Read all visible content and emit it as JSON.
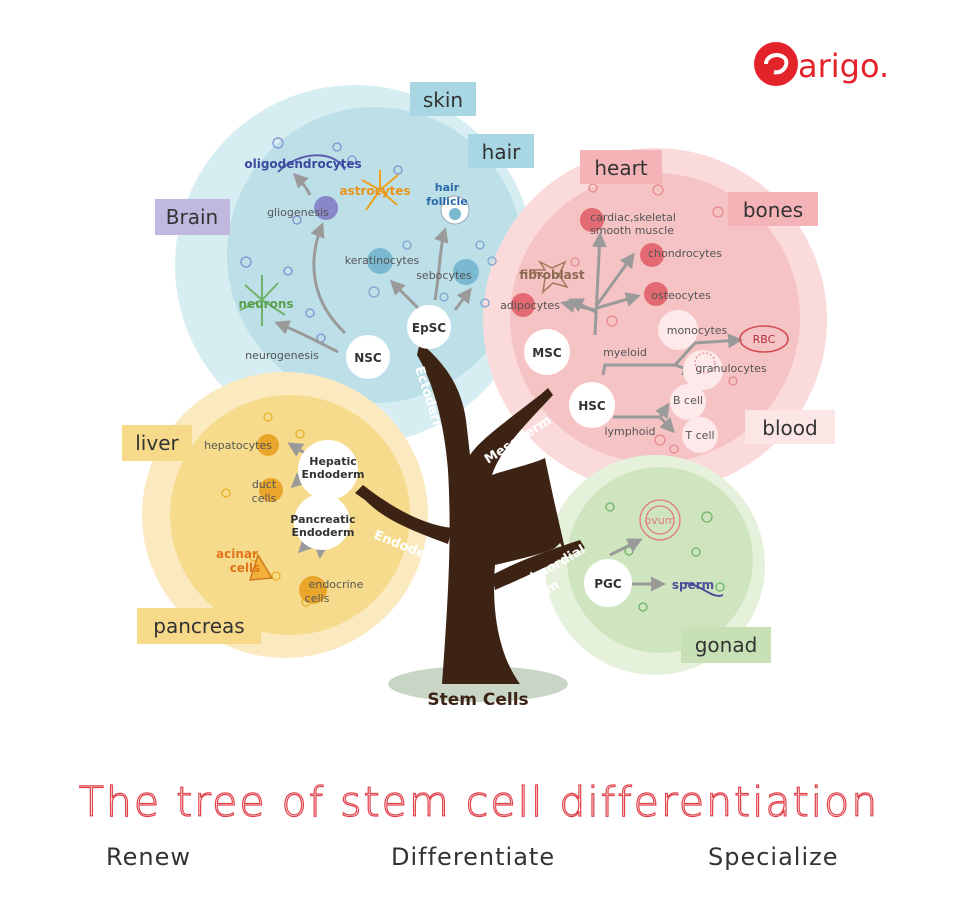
{
  "brand": {
    "name": "arigo.",
    "color": "#e2232a"
  },
  "regions": {
    "ectoderm": {
      "color": "#bfe2ea",
      "areas": [
        "skin",
        "hair",
        "Brain"
      ]
    },
    "mesoderm": {
      "color": "#f7c6c8",
      "areas": [
        "heart",
        "bones",
        "blood"
      ]
    },
    "endoderm": {
      "color": "#f7dd8c",
      "areas": [
        "liver",
        "pancreas"
      ]
    },
    "germ": {
      "color": "#d8e9c9",
      "areas": [
        "gonad"
      ]
    }
  },
  "labels": {
    "skin": "skin",
    "hair": "hair",
    "brain": "Brain",
    "heart": "heart",
    "bones": "bones",
    "blood": "blood",
    "liver": "liver",
    "pancreas": "pancreas",
    "gonad": "gonad"
  },
  "branches": {
    "ectoderm": "Ectoderm",
    "mesoderm": "Mesoderm",
    "endoderm": "Endoderm",
    "primordial": "Primordial",
    "germ": "Germ",
    "root": "Stem Cells"
  },
  "stem_cells": {
    "nsc": "NSC",
    "epsc": "EpSC",
    "msc": "MSC",
    "hsc": "HSC",
    "pgc": "PGC",
    "hepatic_1": "Hepatic",
    "hepatic_2": "Endoderm",
    "pancreatic_1": "Pancreatic",
    "pancreatic_2": "Endoderm"
  },
  "cells": {
    "oligodendrocytes": "oligodendrocytes",
    "astrocytes": "astrocytes",
    "gliogenesis": "gliogenesis",
    "neurons": "neurons",
    "neurogenesis": "neurogenesis",
    "hair_follicle_1": "hair",
    "hair_follicle_2": "follicle",
    "keratinocytes": "keratinocytes",
    "sebocytes": "sebocytes",
    "muscle_1": "cardiac,skeletal",
    "muscle_2": "smooth muscle",
    "chondrocytes": "chondrocytes",
    "fibroblast": "fibroblast",
    "osteocytes": "osteocytes",
    "adipocytes": "adipocytes",
    "monocytes": "monocytes",
    "rbc": "RBC",
    "myeloid": "myeloid",
    "granulocytes": "granulocytes",
    "b_cell": "B cell",
    "lymphoid": "lymphoid",
    "t_cell": "T cell",
    "hepatocytes": "hepatocytes",
    "duct_1": "duct",
    "duct_2": "cells",
    "acinar_1": "acinar",
    "acinar_2": "cells",
    "endocrine_1": "endocrine",
    "endocrine_2": "cells",
    "ovum": "ovum",
    "sperm": "sperm"
  },
  "footer": {
    "title": "The tree of stem cell differentiation",
    "steps": [
      "Renew",
      "Differentiate",
      "Specialize"
    ]
  }
}
